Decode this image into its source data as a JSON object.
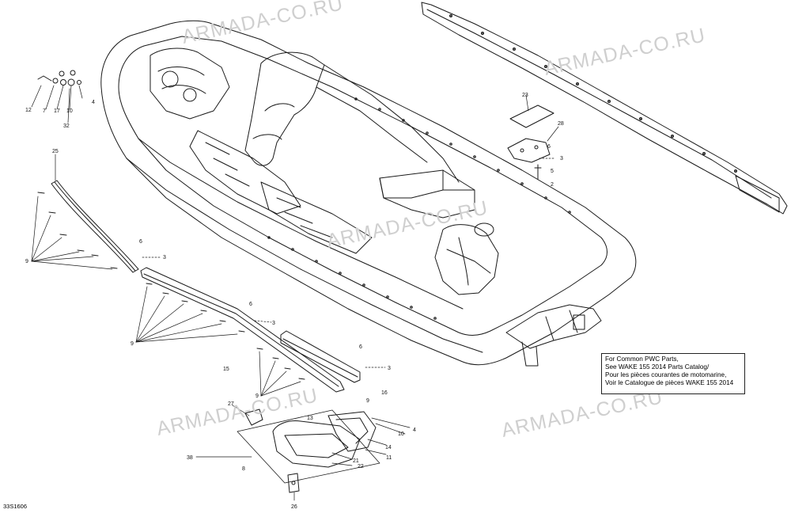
{
  "watermark": "ARMADA-CO.RU",
  "note_lines": [
    "For Common PWC Parts,",
    "See WAKE 155 2014 Parts Catalog/",
    "Pour les pièces courantes de motomarine,",
    "Voir le Catalogue de pièces WAKE 155 2014"
  ],
  "figure_id": "33S1606",
  "callouts": [
    "12",
    "7",
    "17",
    "10",
    "4",
    "32",
    "25",
    "6",
    "3",
    "9",
    "6",
    "3",
    "9",
    "15",
    "6",
    "3",
    "16",
    "9",
    "23",
    "28",
    "3",
    "6",
    "5",
    "2",
    "27",
    "13",
    "9",
    "10",
    "4",
    "14",
    "11",
    "38",
    "21",
    "8",
    "22",
    "26"
  ],
  "colors": {
    "line": "#1a1a1a",
    "watermark": "#cfcfcf"
  }
}
